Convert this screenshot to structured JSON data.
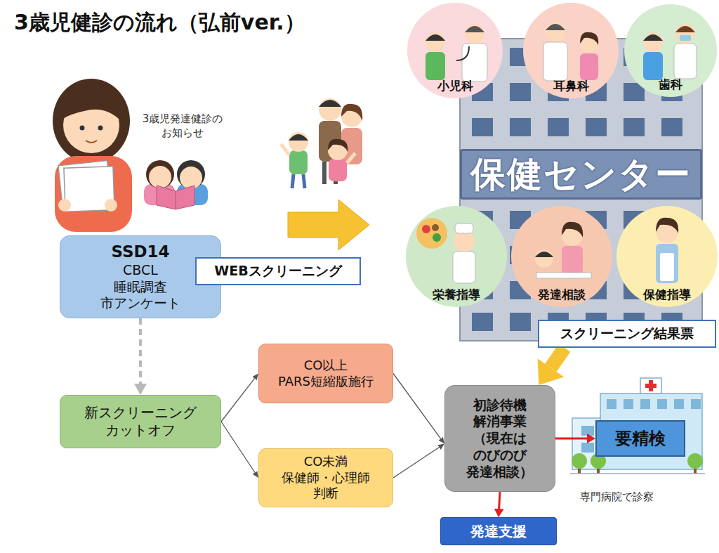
{
  "diagram": {
    "title": "3歳児健診の流れ（弘前ver.）",
    "nodes": [
      {
        "text": [
          "小児科"
        ]
      },
      {
        "text": [
          "耳鼻科"
        ]
      },
      {
        "text": [
          "歯科"
        ]
      },
      {
        "text": [
          "保健センター"
        ]
      },
      {
        "text": [
          "SSD14",
          "CBCL 睡眠調査 市アンケート"
        ]
      },
      {
        "text": [
          "WEBスクリーニング"
        ]
      },
      {
        "text": [
          "栄養指導"
        ]
      },
      {
        "text": [
          "発達相談"
        ]
      },
      {
        "text": [
          "保健指導"
        ]
      },
      {
        "text": [
          "スクリーニング結果票"
        ]
      },
      {
        "text": [
          "CO以上 PARS短縮版施行"
        ]
      },
      {
        "text": [
          "新スクリーニング カットオフ"
        ]
      },
      {
        "text": [
          "初診待機 解消事業 （現在は のびのび 発達相談）"
        ]
      },
      {
        "text": [
          "要精検"
        ]
      },
      {
        "text": [
          "CO未満 保健師・心理師 判断"
        ]
      },
      {
        "text": [
          "発達支援"
        ]
      }
    ],
    "edges": [
      {
        "from": 4,
        "to": 11,
        "arrow": "to"
      },
      {
        "from": 11,
        "to": 10,
        "arrow": "to"
      },
      {
        "from": 11,
        "to": 14,
        "arrow": "to"
      },
      {
        "from": 10,
        "to": 12,
        "arrow": "to"
      },
      {
        "from": 14,
        "to": 12,
        "arrow": "to"
      },
      {
        "from": 12,
        "to": 13,
        "arrow": "to"
      },
      {
        "from": 12,
        "to": 15,
        "arrow": "to"
      },
      {
        "from": 9,
        "to": 12,
        "arrow": "to"
      }
    ],
    "labels": [
      "3歳児発達健診の お知らせ",
      "専門病院で診察"
    ]
  }
}
